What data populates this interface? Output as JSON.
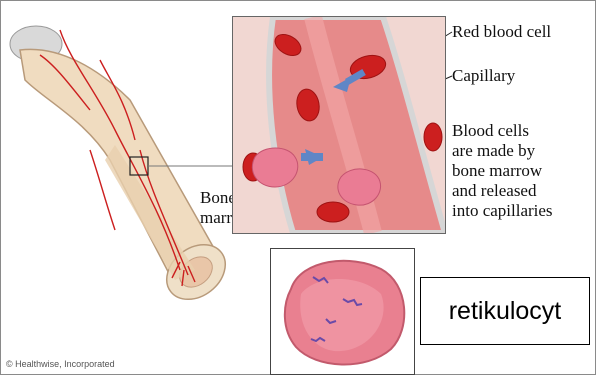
{
  "labels": {
    "bone_marrow": [
      "Bone",
      "marrow"
    ],
    "red_blood_cell": "Red blood cell",
    "capillary": "Capillary",
    "description": [
      "Blood cells",
      "are made by",
      "bone marrow",
      "and released",
      "into capillaries"
    ],
    "term": "retikulocyt"
  },
  "credit": "© Healthwise, Incorporated",
  "colors": {
    "bone": "#f0dcc0",
    "vessel": "#cc1f1f",
    "blood": "#d62a2a",
    "cell_pink": "#e8708a",
    "arrow": "#5f86c6"
  }
}
